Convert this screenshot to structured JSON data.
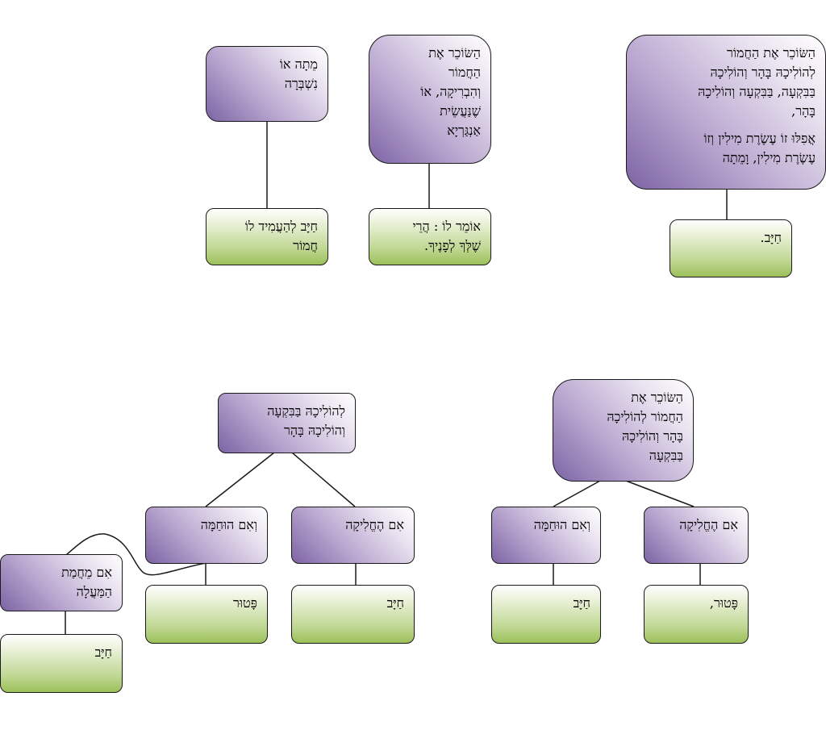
{
  "diagram": {
    "line_color": "#1a1a1a",
    "colors": {
      "purple_light": "#e8e1ef",
      "purple_dark": "#7c64a4",
      "green_light": "#e6efd2",
      "green_dark": "#9cc05a"
    },
    "tree_top_right": {
      "question": [
        "הַשּׂוֹכֵר אֶת הַחֲמוֹר\nלְהוֹלִיכָהּ בָּהָר וְהוֹלִיכָהּ\nבַּבִּקְעָה, בַּבִּקְעָה וְהוֹלִיכָהּ\nבָּהָר,",
        "אֲפִלּוּ זוֹ עֶשֶׂרֶת מִילִין וְזוֹ\nעֶשֶׂרֶת מִילִין, וָמֵתָה"
      ],
      "answer": "חַיָּב."
    },
    "tree_top_middle": {
      "question": "הַשּׂוֹכֵר אֶת\nהַחֲמוֹר\nוְהִבְרִיקָה, אוֹ\nשֶׁנַּעֲשֵׂית\nאַנְגַּרְיָא",
      "answer": "אוֹמֵר לוֹ  : הֲרֵי\nשֶׁלְּךָ לְפָנֶיךָ."
    },
    "tree_top_left": {
      "question": "מֵתָה אוֹ\nנִשְׁבְּרָה",
      "answer": "חַיָּב לְהַעֲמִיד לוֹ\nחֲמוֹר"
    },
    "tree_bottom_right": {
      "root": "הַשּׂוֹכֵר אֶת\nהַחֲמוֹר לְהוֹלִיכָהּ\nבָּהָר וְהוֹלִיכָהּ\nבַּבִּקְעָה",
      "branch_right": "אִם הֶחֱלִיקָה",
      "branch_left": "וְאִם הוּחַמָּה",
      "leaf_right": "פָּטוּר,",
      "leaf_left": "חַיָּב"
    },
    "tree_bottom_left": {
      "root": "לְהוֹלִיכָהּ בַּבִּקְעָה\nוְהוֹלִיכָהּ בָּהָר",
      "branch_right": "אִם הֶחֱלִיקָה",
      "branch_left": "וְאִם הוּחַמָּה",
      "leaf_right": "חַיָּב",
      "leaf_left": "פָּטוּר",
      "sub_branch": "אִם מֵחֲמַת\nהַמַּעֲלָה",
      "sub_leaf": "חַיָּב"
    }
  }
}
